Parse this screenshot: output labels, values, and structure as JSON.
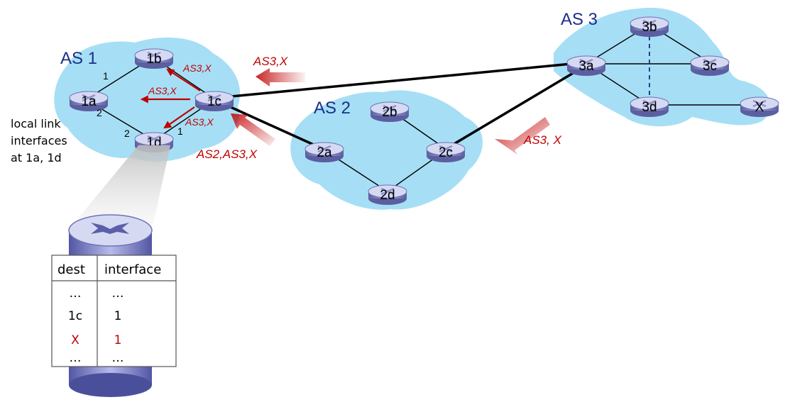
{
  "autonomous_systems": [
    {
      "id": "as1",
      "label": "AS 1"
    },
    {
      "id": "as2",
      "label": "AS 2"
    },
    {
      "id": "as3",
      "label": "AS 3"
    }
  ],
  "routers": {
    "1a": "1a",
    "1b": "1b",
    "1c": "1c",
    "1d": "1d",
    "2a": "2a",
    "2b": "2b",
    "2c": "2c",
    "2d": "2d",
    "3a": "3a",
    "3b": "3b",
    "3c": "3c",
    "3d": "3d",
    "X": "X"
  },
  "interface_numbers": {
    "1a_1b": "1",
    "1a_1d_top": "2",
    "1a_1d_bottom": "2",
    "1d_1c": "1"
  },
  "advertisements": {
    "from_3a_to_1c": "AS3,X",
    "from_3c_to_2c": "AS3, X",
    "from_2a_to_1c": "AS2,AS3,X",
    "internal_to_1b": "AS3,X",
    "internal_to_1a": "AS3,X",
    "internal_to_1d": "AS3,X"
  },
  "note": {
    "line1": "local link",
    "line2": "interfaces",
    "line3": "at 1a, 1d"
  },
  "forwarding_table": {
    "headers": [
      "dest",
      "interface"
    ],
    "rows": [
      {
        "dest": "…",
        "interface": "…",
        "highlight": false
      },
      {
        "dest": "1c",
        "interface": "1",
        "highlight": false
      },
      {
        "dest": "X",
        "interface": "1",
        "highlight": true
      },
      {
        "dest": "…",
        "interface": "…",
        "highlight": false
      }
    ]
  },
  "colors": {
    "cloud": "#a6dff5",
    "link": "#000000",
    "ebgp_link": "#000000",
    "advert_red": "#c00000",
    "as_label": "#1a2f8a",
    "router_body": "#8f93c8",
    "router_top": "#d6d9f2"
  }
}
